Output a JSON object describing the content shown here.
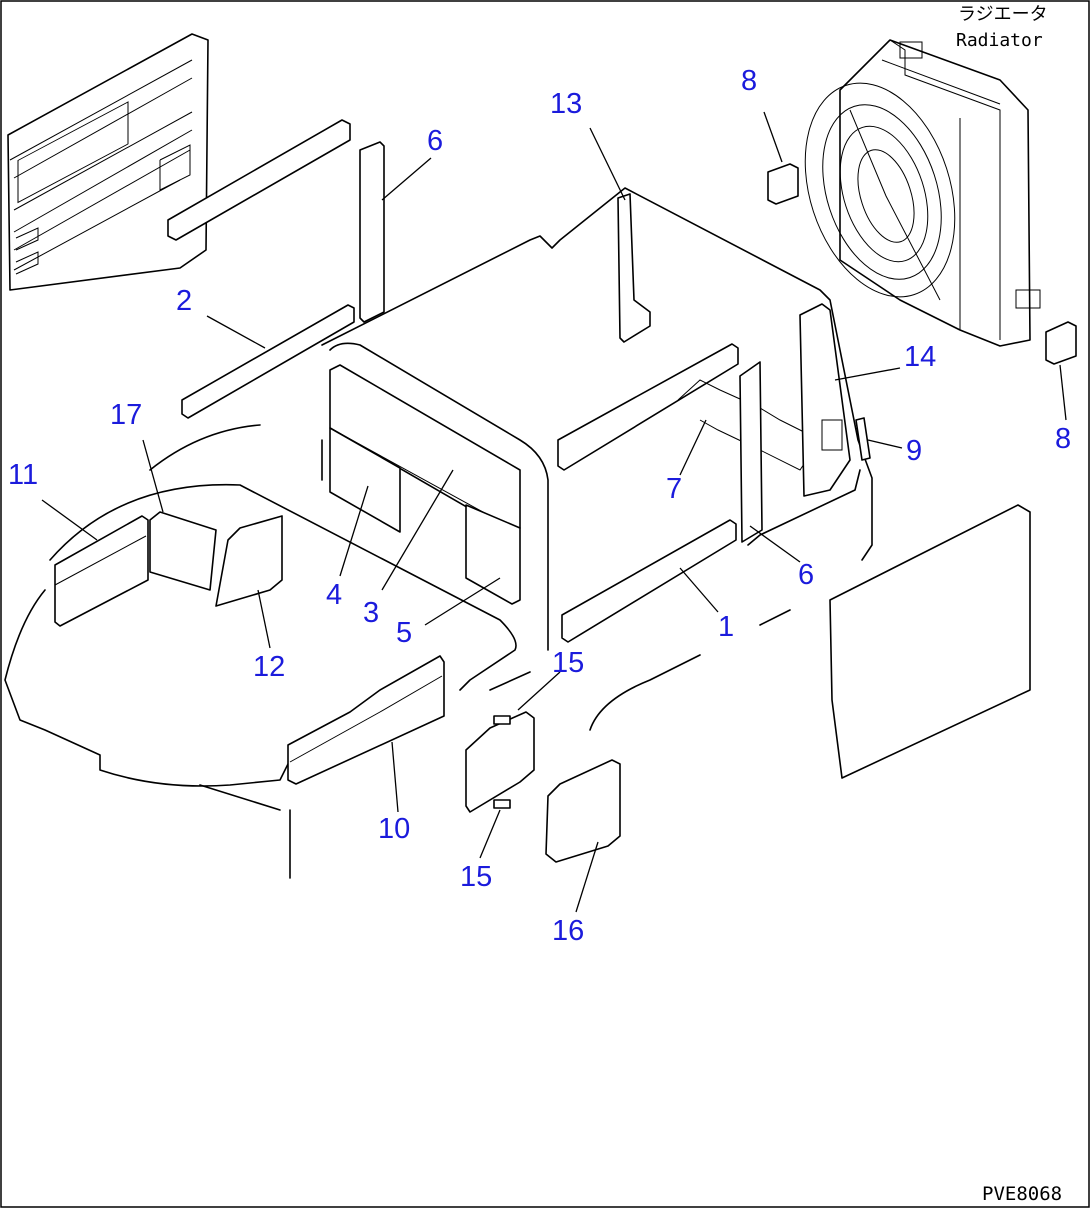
{
  "caption": {
    "japanese": "ラジエータ",
    "english": "Radiator"
  },
  "drawing_code": "PVE8068",
  "callouts": [
    {
      "id": "c2",
      "label": "2"
    },
    {
      "id": "c6a",
      "label": "6"
    },
    {
      "id": "c13",
      "label": "13"
    },
    {
      "id": "c8a",
      "label": "8"
    },
    {
      "id": "c17",
      "label": "17"
    },
    {
      "id": "c11",
      "label": "11"
    },
    {
      "id": "c4",
      "label": "4"
    },
    {
      "id": "c3",
      "label": "3"
    },
    {
      "id": "c5",
      "label": "5"
    },
    {
      "id": "c12",
      "label": "12"
    },
    {
      "id": "c14",
      "label": "14"
    },
    {
      "id": "c9",
      "label": "9"
    },
    {
      "id": "c8b",
      "label": "8"
    },
    {
      "id": "c7",
      "label": "7"
    },
    {
      "id": "c6b",
      "label": "6"
    },
    {
      "id": "c1",
      "label": "1"
    },
    {
      "id": "c15a",
      "label": "15"
    },
    {
      "id": "c10",
      "label": "10"
    },
    {
      "id": "c15b",
      "label": "15"
    },
    {
      "id": "c16",
      "label": "16"
    }
  ]
}
